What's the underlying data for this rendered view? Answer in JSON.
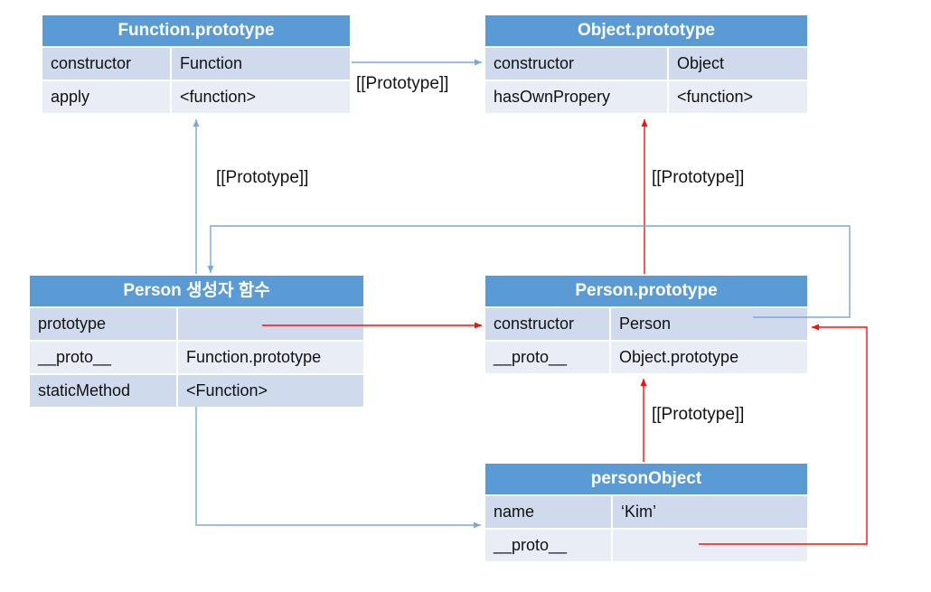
{
  "diagram": {
    "name": "javascript-prototype-chain-diagram",
    "colors": {
      "table_header_bg": "#5B9BD5",
      "table_header_text": "#FFFFFF",
      "row_band_dark": "#CFDBEC",
      "row_band_light": "#E9EDF6",
      "arrow_blue": "#7BA7DB",
      "arrow_red": "#FB0E0E",
      "label_text": "#141414"
    }
  },
  "tables": {
    "function_prototype": {
      "title": "Function.prototype",
      "rows": [
        {
          "key": "constructor",
          "value": "Function"
        },
        {
          "key": "apply",
          "value": "<function>"
        }
      ]
    },
    "object_prototype": {
      "title": "Object.prototype",
      "rows": [
        {
          "key": "constructor",
          "value": "Object"
        },
        {
          "key": "hasOwnPropery",
          "value": "<function>"
        }
      ]
    },
    "person_constructor": {
      "title": "Person 생성자 함수",
      "rows": [
        {
          "key": "prototype",
          "value": ""
        },
        {
          "key": "__proto__",
          "value": "Function.prototype"
        },
        {
          "key": "staticMethod",
          "value": "<Function>"
        }
      ]
    },
    "person_prototype": {
      "title": "Person.prototype",
      "rows": [
        {
          "key": "constructor",
          "value": "Person"
        },
        {
          "key": "__proto__",
          "value": "Object.prototype"
        }
      ]
    },
    "person_object": {
      "title": "personObject",
      "rows": [
        {
          "key": "name",
          "value": "‘Kim’"
        },
        {
          "key": "__proto__",
          "value": ""
        }
      ]
    }
  },
  "edges": [
    {
      "from": "Function.prototype",
      "to": "Object.prototype",
      "color": "blue",
      "label": "[[Prototype]]"
    },
    {
      "from": "Person 생성자 함수",
      "to": "Function.prototype",
      "color": "blue",
      "label": "[[Prototype]]"
    },
    {
      "from": "Person.prototype",
      "to": "Object.prototype",
      "color": "red",
      "label": "[[Prototype]]"
    },
    {
      "from": "personObject",
      "to": "Person.prototype",
      "color": "red",
      "label": "[[Prototype]]"
    },
    {
      "from": "Person 생성자 함수.prototype",
      "to": "Person.prototype",
      "color": "red",
      "label": ""
    },
    {
      "from": "Person.prototype.constructor",
      "to": "Person 생성자 함수",
      "color": "blue",
      "label": ""
    },
    {
      "from": "personObject.__proto__",
      "to": "Person.prototype",
      "color": "red",
      "label": ""
    },
    {
      "from": "Person 생성자 함수",
      "to": "personObject",
      "color": "blue",
      "label": ""
    }
  ]
}
